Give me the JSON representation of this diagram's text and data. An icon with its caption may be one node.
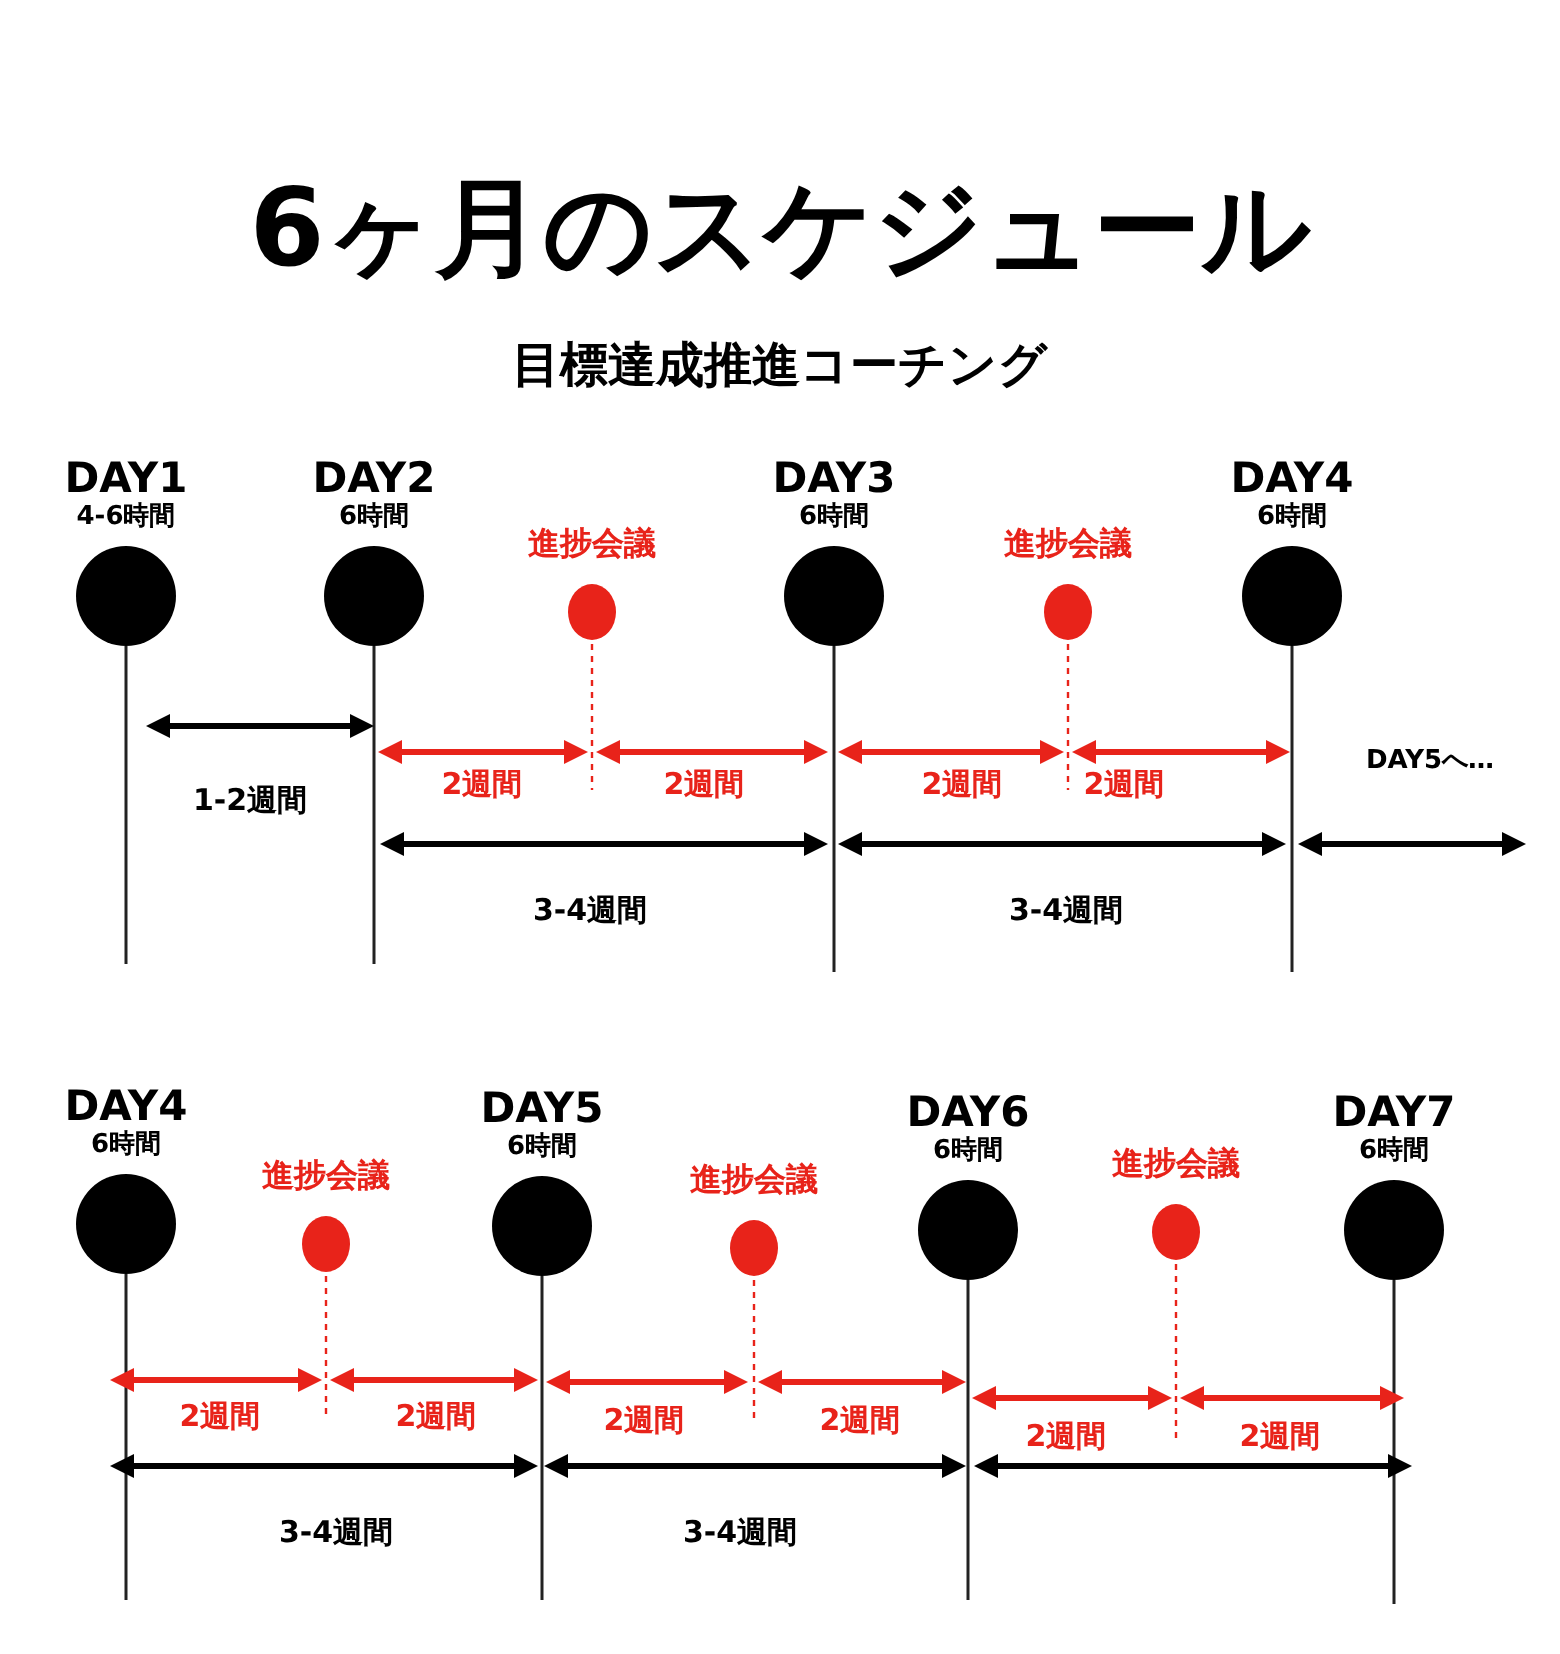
{
  "diagram": {
    "title": "6ヶ月のスケジュール",
    "nodes": [
      {
        "text": [
          "DAY1",
          "4-6時間"
        ]
      },
      {
        "text": [
          "DAY2",
          "6時間"
        ]
      },
      {
        "text": [
          "進捗会議"
        ]
      },
      {
        "text": [
          "DAY3",
          "6時間"
        ]
      },
      {
        "text": [
          "進捗会議"
        ]
      },
      {
        "text": [
          "DAY4",
          "6時間"
        ]
      },
      {
        "text": [
          "DAY4",
          "6時間"
        ]
      },
      {
        "text": [
          "進捗会議"
        ]
      },
      {
        "text": [
          "DAY5",
          "6時間"
        ]
      },
      {
        "text": [
          "進捗会議"
        ]
      },
      {
        "text": [
          "DAY6",
          "6時間"
        ]
      },
      {
        "text": [
          "進捗会議"
        ]
      },
      {
        "text": [
          "DAY7",
          "6時間"
        ]
      }
    ],
    "labels": [
      "目標達成推進コーチング",
      "1-2週間",
      "2週間",
      "2週間",
      "2週間",
      "2週間",
      "DAY5へ…",
      "3-4週間",
      "3-4週間",
      "2週間",
      "2週間",
      "2週間",
      "2週間",
      "2週間",
      "2週間",
      "3-4週間",
      "3-4週間"
    ]
  }
}
